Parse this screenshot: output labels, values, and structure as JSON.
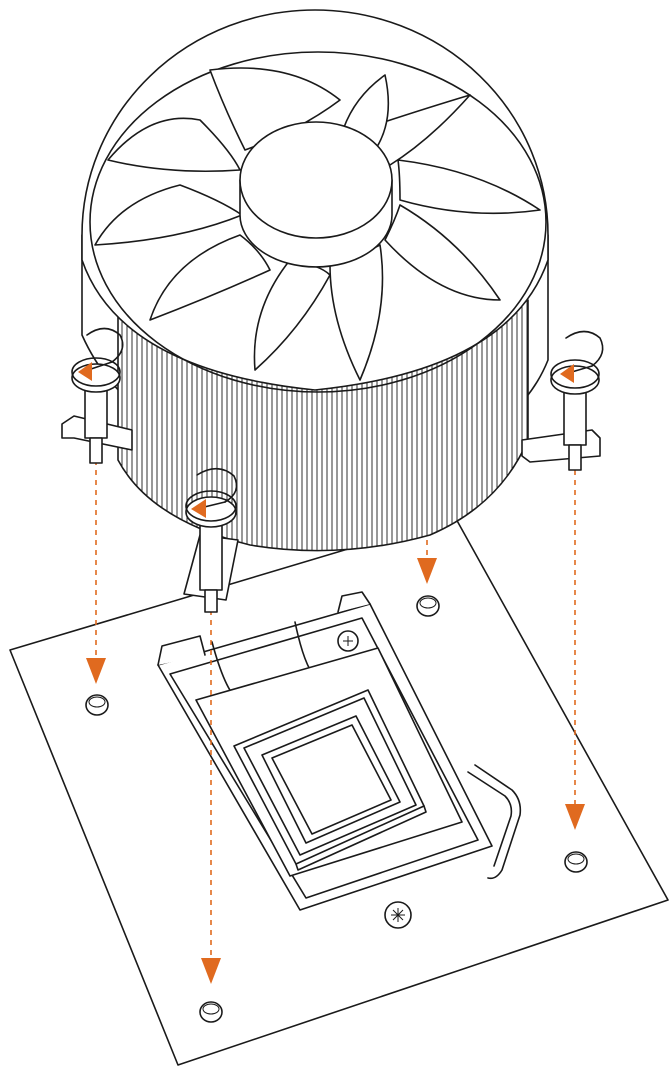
{
  "diagram": {
    "subject": "cpu-cooler-installation",
    "colors": {
      "line": "#1a1a1a",
      "accent": "#e06a1f",
      "background": "#ffffff"
    },
    "icons": [
      "rotate-arrow-icon",
      "down-arrow-icon"
    ],
    "parts": [
      "cooler-fan",
      "heatsink",
      "push-pins",
      "motherboard",
      "cpu-socket",
      "cpu",
      "mounting-holes"
    ]
  }
}
